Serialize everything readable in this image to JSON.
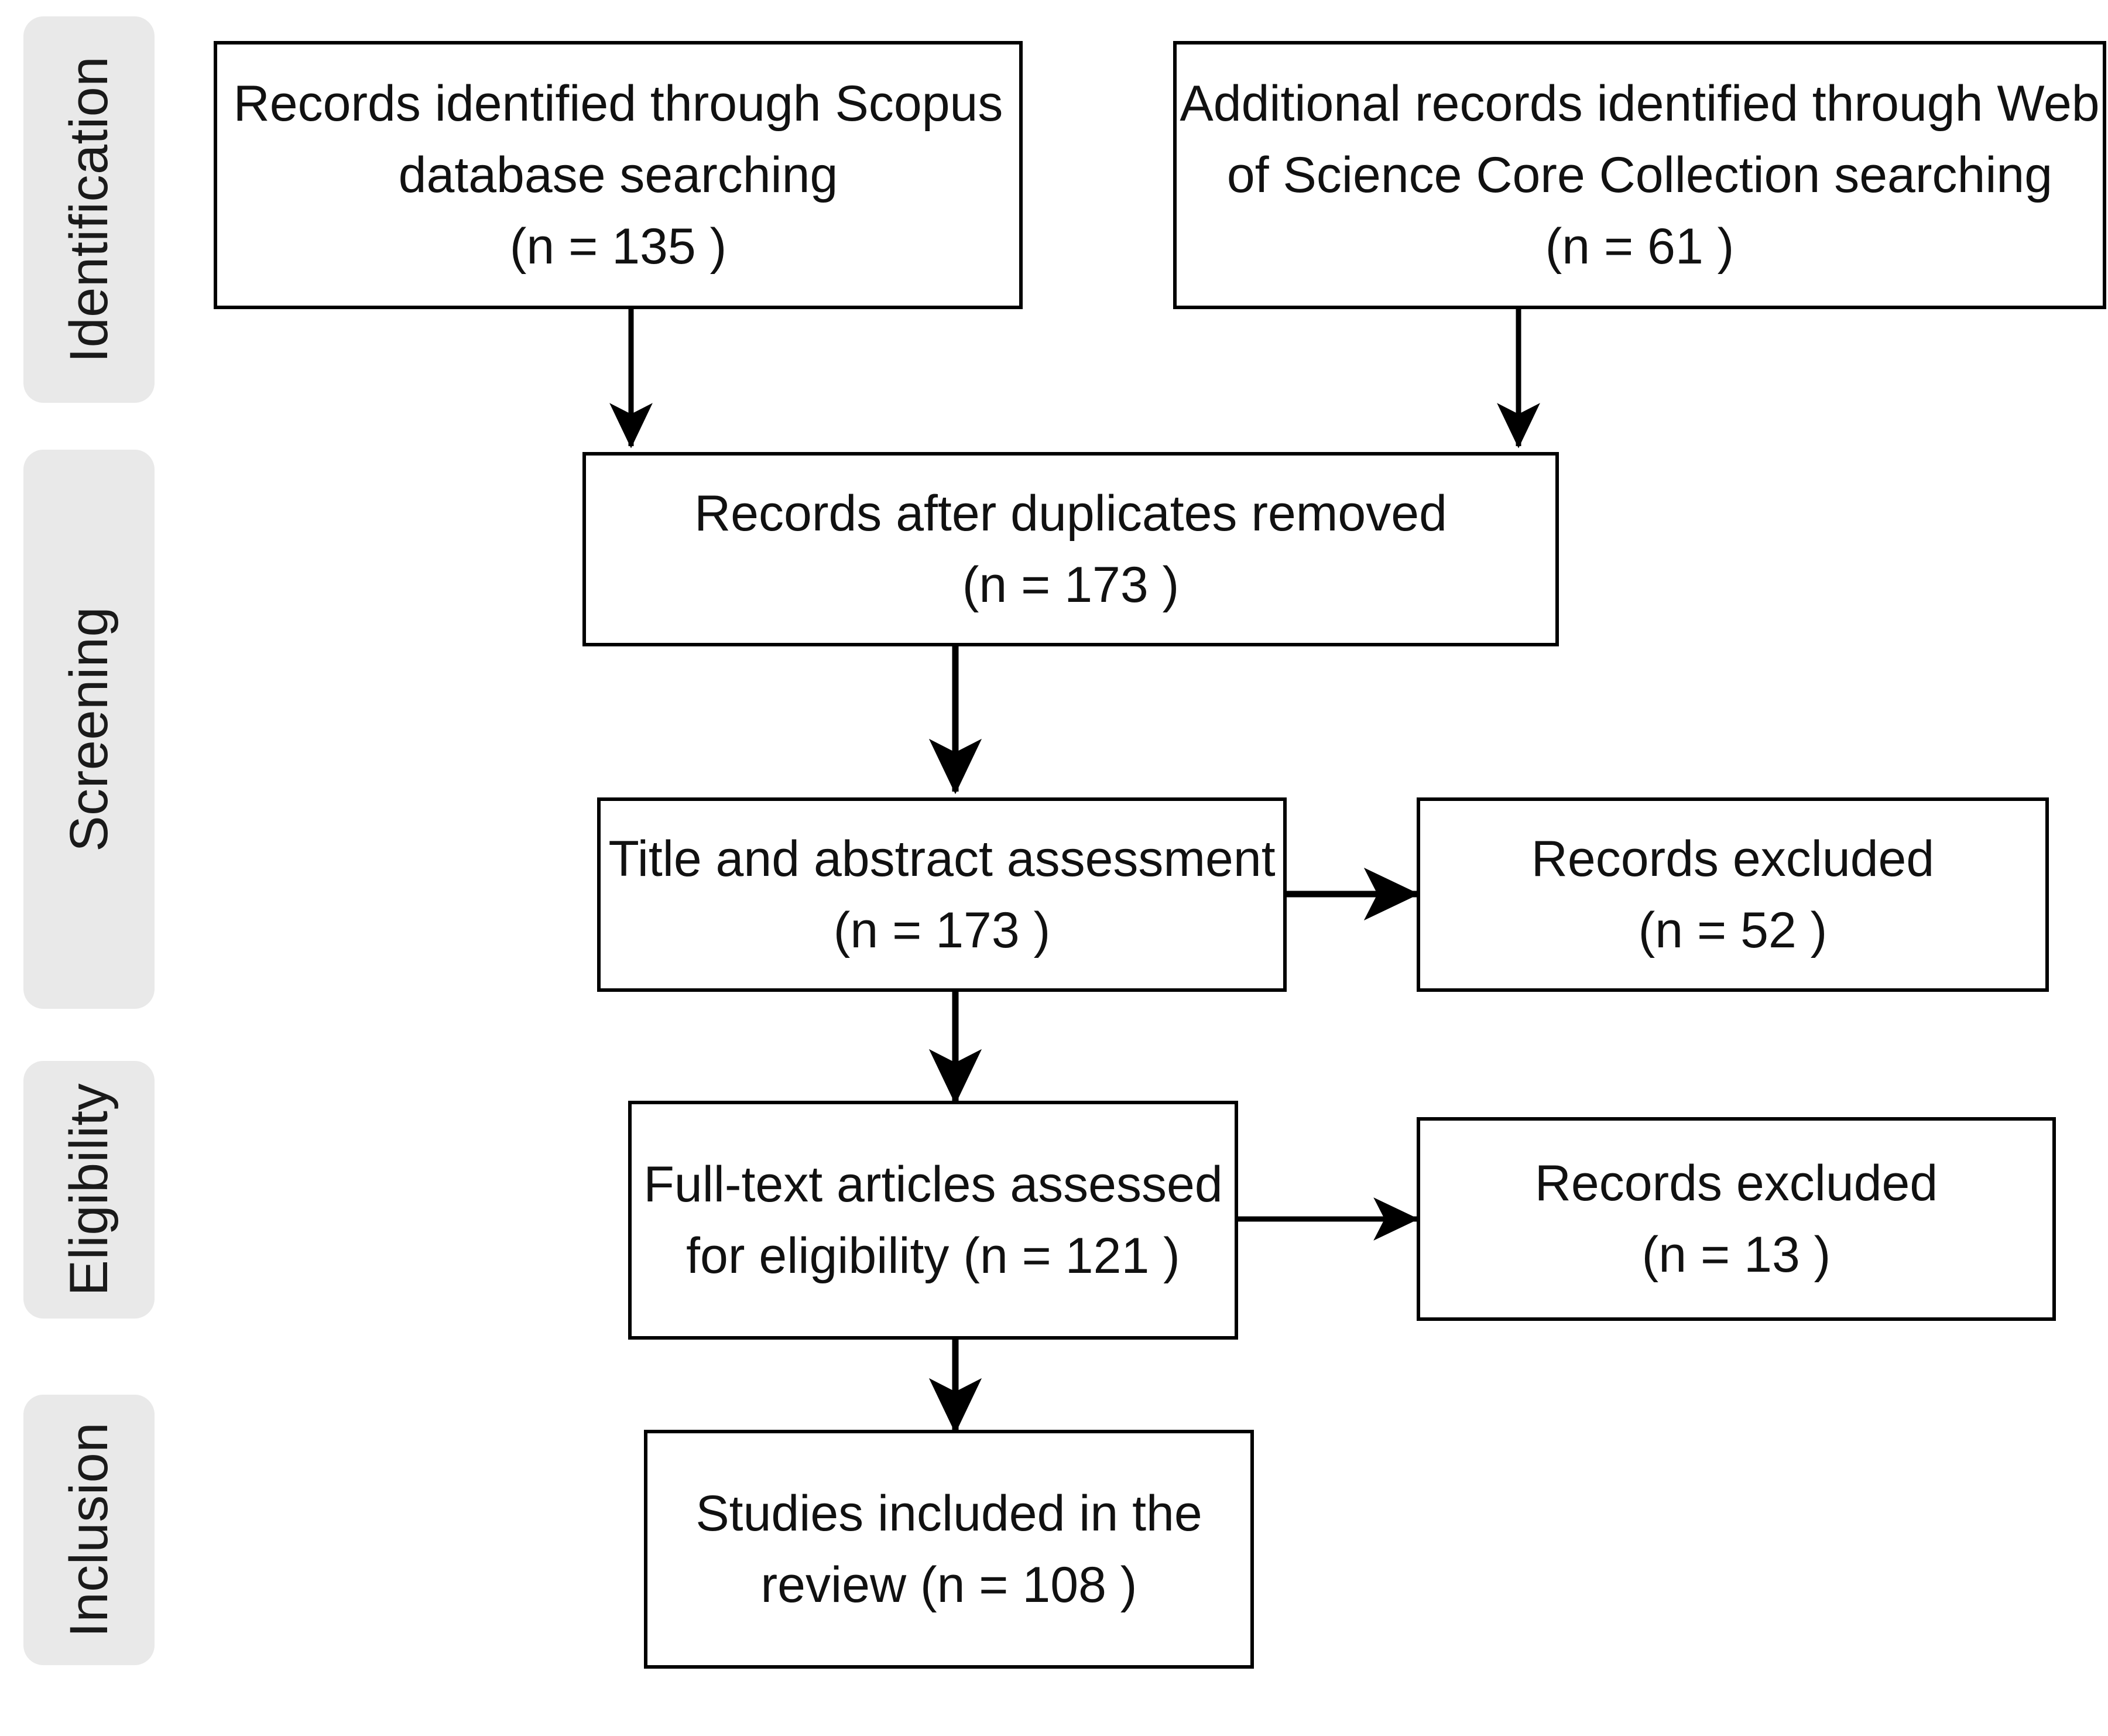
{
  "diagram": {
    "type": "prisma-flow-diagram",
    "stages": [
      {
        "id": "identification",
        "label": "Identification"
      },
      {
        "id": "screening",
        "label": "Screening"
      },
      {
        "id": "eligibility",
        "label": "Eligibility"
      },
      {
        "id": "inclusion",
        "label": "Inclusion"
      }
    ],
    "boxes": [
      {
        "id": "scopus-records",
        "stage": "identification",
        "line1": "Records identified through Scopus",
        "line2": "database searching",
        "line3": "(n = 135 )",
        "count": 135
      },
      {
        "id": "wos-records",
        "stage": "identification",
        "line1": "Additional records identified through Web",
        "line2": "of Science Core Collection searching",
        "line3": "(n = 61 )",
        "count": 61
      },
      {
        "id": "duplicates-removed",
        "stage": "screening",
        "line1": "Records after duplicates removed",
        "line2": "(n = 173 )",
        "count": 173
      },
      {
        "id": "title-abstract-assessment",
        "stage": "screening",
        "line1": "Title and abstract assessment",
        "line2": "(n = 173 )",
        "count": 173
      },
      {
        "id": "records-excluded-screening",
        "stage": "screening",
        "line1": "Records excluded",
        "line2": "(n = 52 )",
        "count": 52
      },
      {
        "id": "fulltext-assessed",
        "stage": "eligibility",
        "line1": "Full-text articles assessed",
        "line2": "for eligibility (n = 121 )",
        "count": 121
      },
      {
        "id": "records-excluded-eligibility",
        "stage": "eligibility",
        "line1": "Records excluded",
        "line2": "(n = 13 )",
        "count": 13
      },
      {
        "id": "studies-included",
        "stage": "inclusion",
        "line1": "Studies included in the",
        "line2": "review (n = 108 )",
        "count": 108
      }
    ],
    "colors": {
      "stage_panel_background": "#e9e9e9",
      "box_border": "#000000",
      "box_background": "#ffffff",
      "text": "#111111",
      "connector": "#000000"
    }
  }
}
